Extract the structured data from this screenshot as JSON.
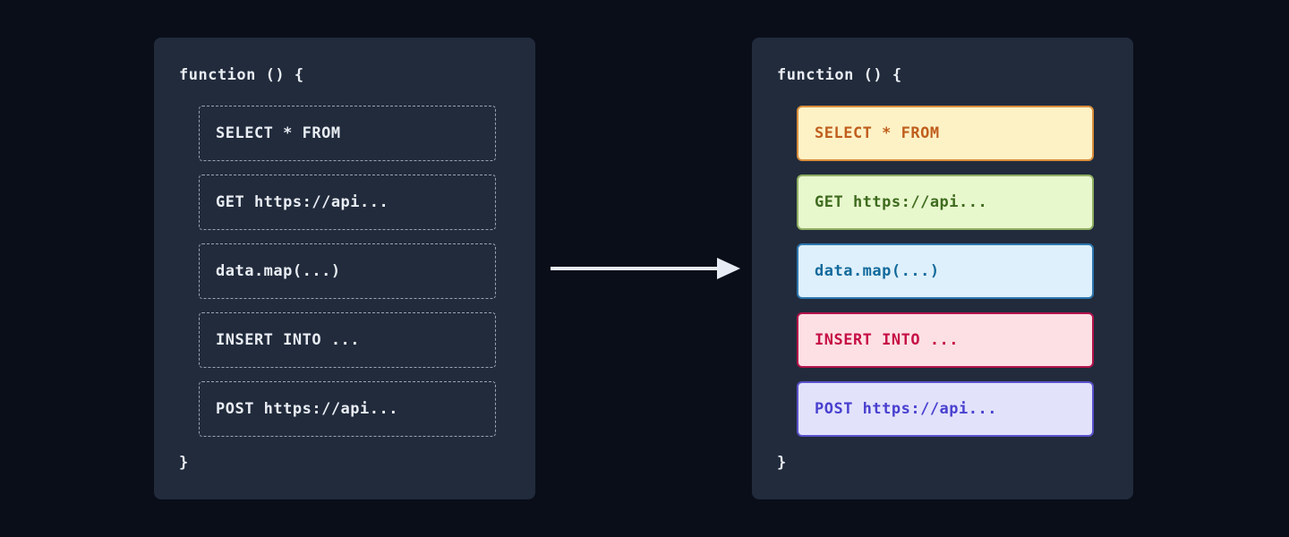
{
  "left_panel": {
    "header": "function () {",
    "footer": "}",
    "blocks": [
      {
        "label": "SELECT * FROM"
      },
      {
        "label": "GET https://api..."
      },
      {
        "label": "data.map(...)"
      },
      {
        "label": "INSERT INTO ..."
      },
      {
        "label": "POST https://api..."
      }
    ]
  },
  "right_panel": {
    "header": "function () {",
    "footer": "}",
    "blocks": [
      {
        "label": "SELECT * FROM",
        "bg": "#fdf2c6",
        "border": "#d98e3d",
        "text": "#c05e1d"
      },
      {
        "label": "GET https://api...",
        "bg": "#e8f8cd",
        "border": "#8fae62",
        "text": "#3e6b1e"
      },
      {
        "label": "data.map(...)",
        "bg": "#def0fb",
        "border": "#2e77ae",
        "text": "#126a9c"
      },
      {
        "label": "INSERT INTO ...",
        "bg": "#fde0e4",
        "border": "#b3124a",
        "text": "#c60f45"
      },
      {
        "label": "POST https://api...",
        "bg": "#e2e2fb",
        "border": "#5a52cb",
        "text": "#4840cf"
      }
    ]
  },
  "arrow": {
    "direction": "right",
    "color": "#e8ecf4"
  },
  "colors": {
    "page_background": "#0a0e19",
    "panel_background": "#212b3c",
    "code_text": "#e9edf3",
    "dashed_border": "#9aa3b3"
  }
}
